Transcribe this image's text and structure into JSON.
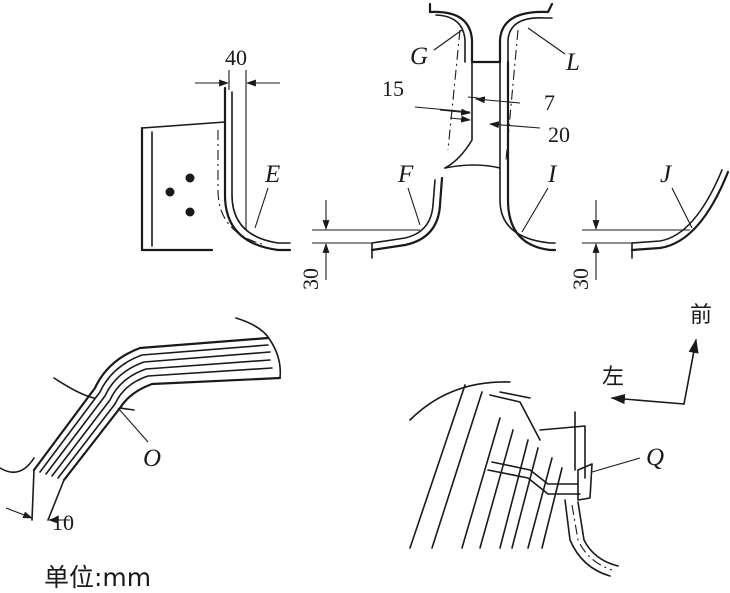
{
  "labels": {
    "E": "E",
    "F": "F",
    "G": "G",
    "L": "L",
    "I": "I",
    "J": "J",
    "O": "O",
    "Q": "Q"
  },
  "dimensions": {
    "d40": "40",
    "d15": "15",
    "d7": "7",
    "d20": "20",
    "d30_left": "30",
    "d30_right": "30",
    "d10": "10"
  },
  "directions": {
    "front": "前",
    "left": "左"
  },
  "unit_note": "单位:mm"
}
